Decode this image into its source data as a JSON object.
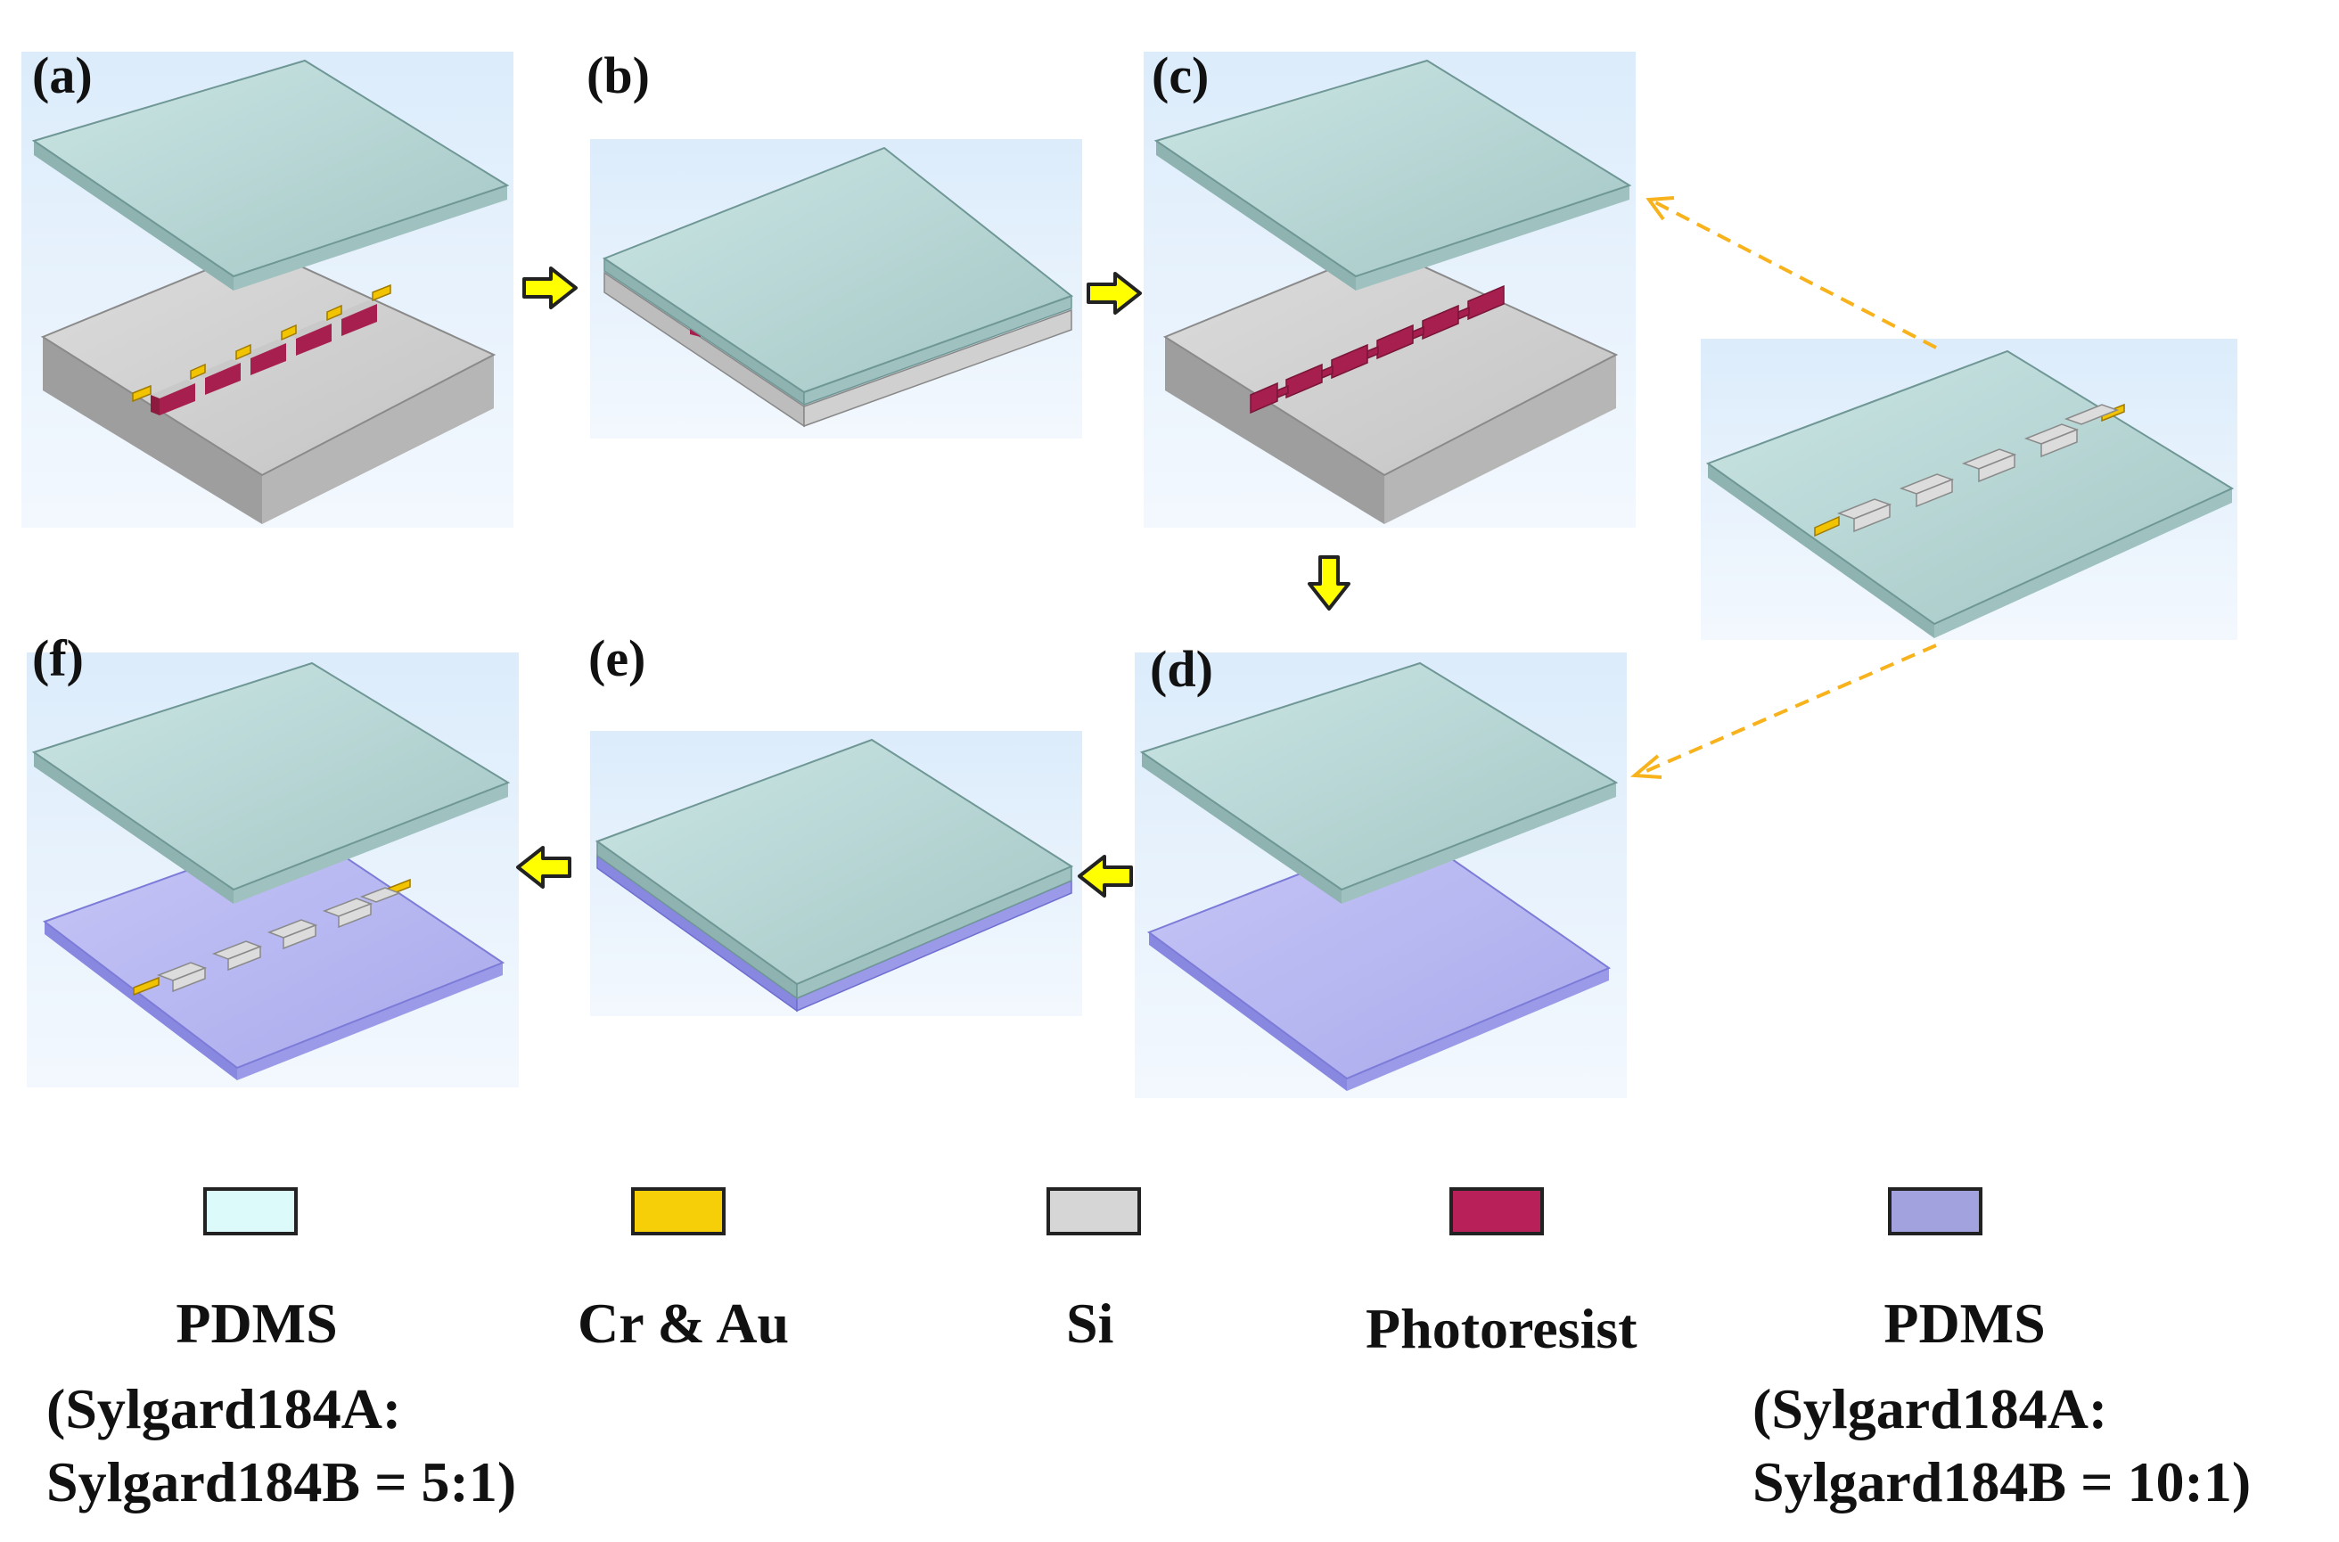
{
  "panels": [
    {
      "id": "a",
      "label": "(a)"
    },
    {
      "id": "b",
      "label": "(b)"
    },
    {
      "id": "c",
      "label": "(c)"
    },
    {
      "id": "d",
      "label": "(d)"
    },
    {
      "id": "e",
      "label": "(e)"
    },
    {
      "id": "f",
      "label": "(f)"
    }
  ],
  "legend": [
    {
      "color": "#dcfafa",
      "lines": [
        "PDMS",
        "(Sylgard184A:",
        "Sylgard184B = 5:1)"
      ]
    },
    {
      "color": "#f7cf08",
      "lines": [
        "Cr & Au"
      ]
    },
    {
      "color": "#d6d6d6",
      "lines": [
        "Si"
      ]
    },
    {
      "color": "#b8205a",
      "lines": [
        "Photoresist"
      ]
    },
    {
      "color": "#a2a2de",
      "lines": [
        "PDMS",
        "(Sylgard184A:",
        "Sylgard184B = 10:1)"
      ]
    }
  ],
  "colors": {
    "arrow": "#ffff00",
    "dashed_arrow": "#f7b21c",
    "pdms_top": "#a9cfcd",
    "si": "#d0d0d0",
    "photoresist": "#a71f4e",
    "gold": "#f2c400",
    "pdms_soft": "#b4b4f2",
    "panel_bg": "#e8f3fd"
  }
}
